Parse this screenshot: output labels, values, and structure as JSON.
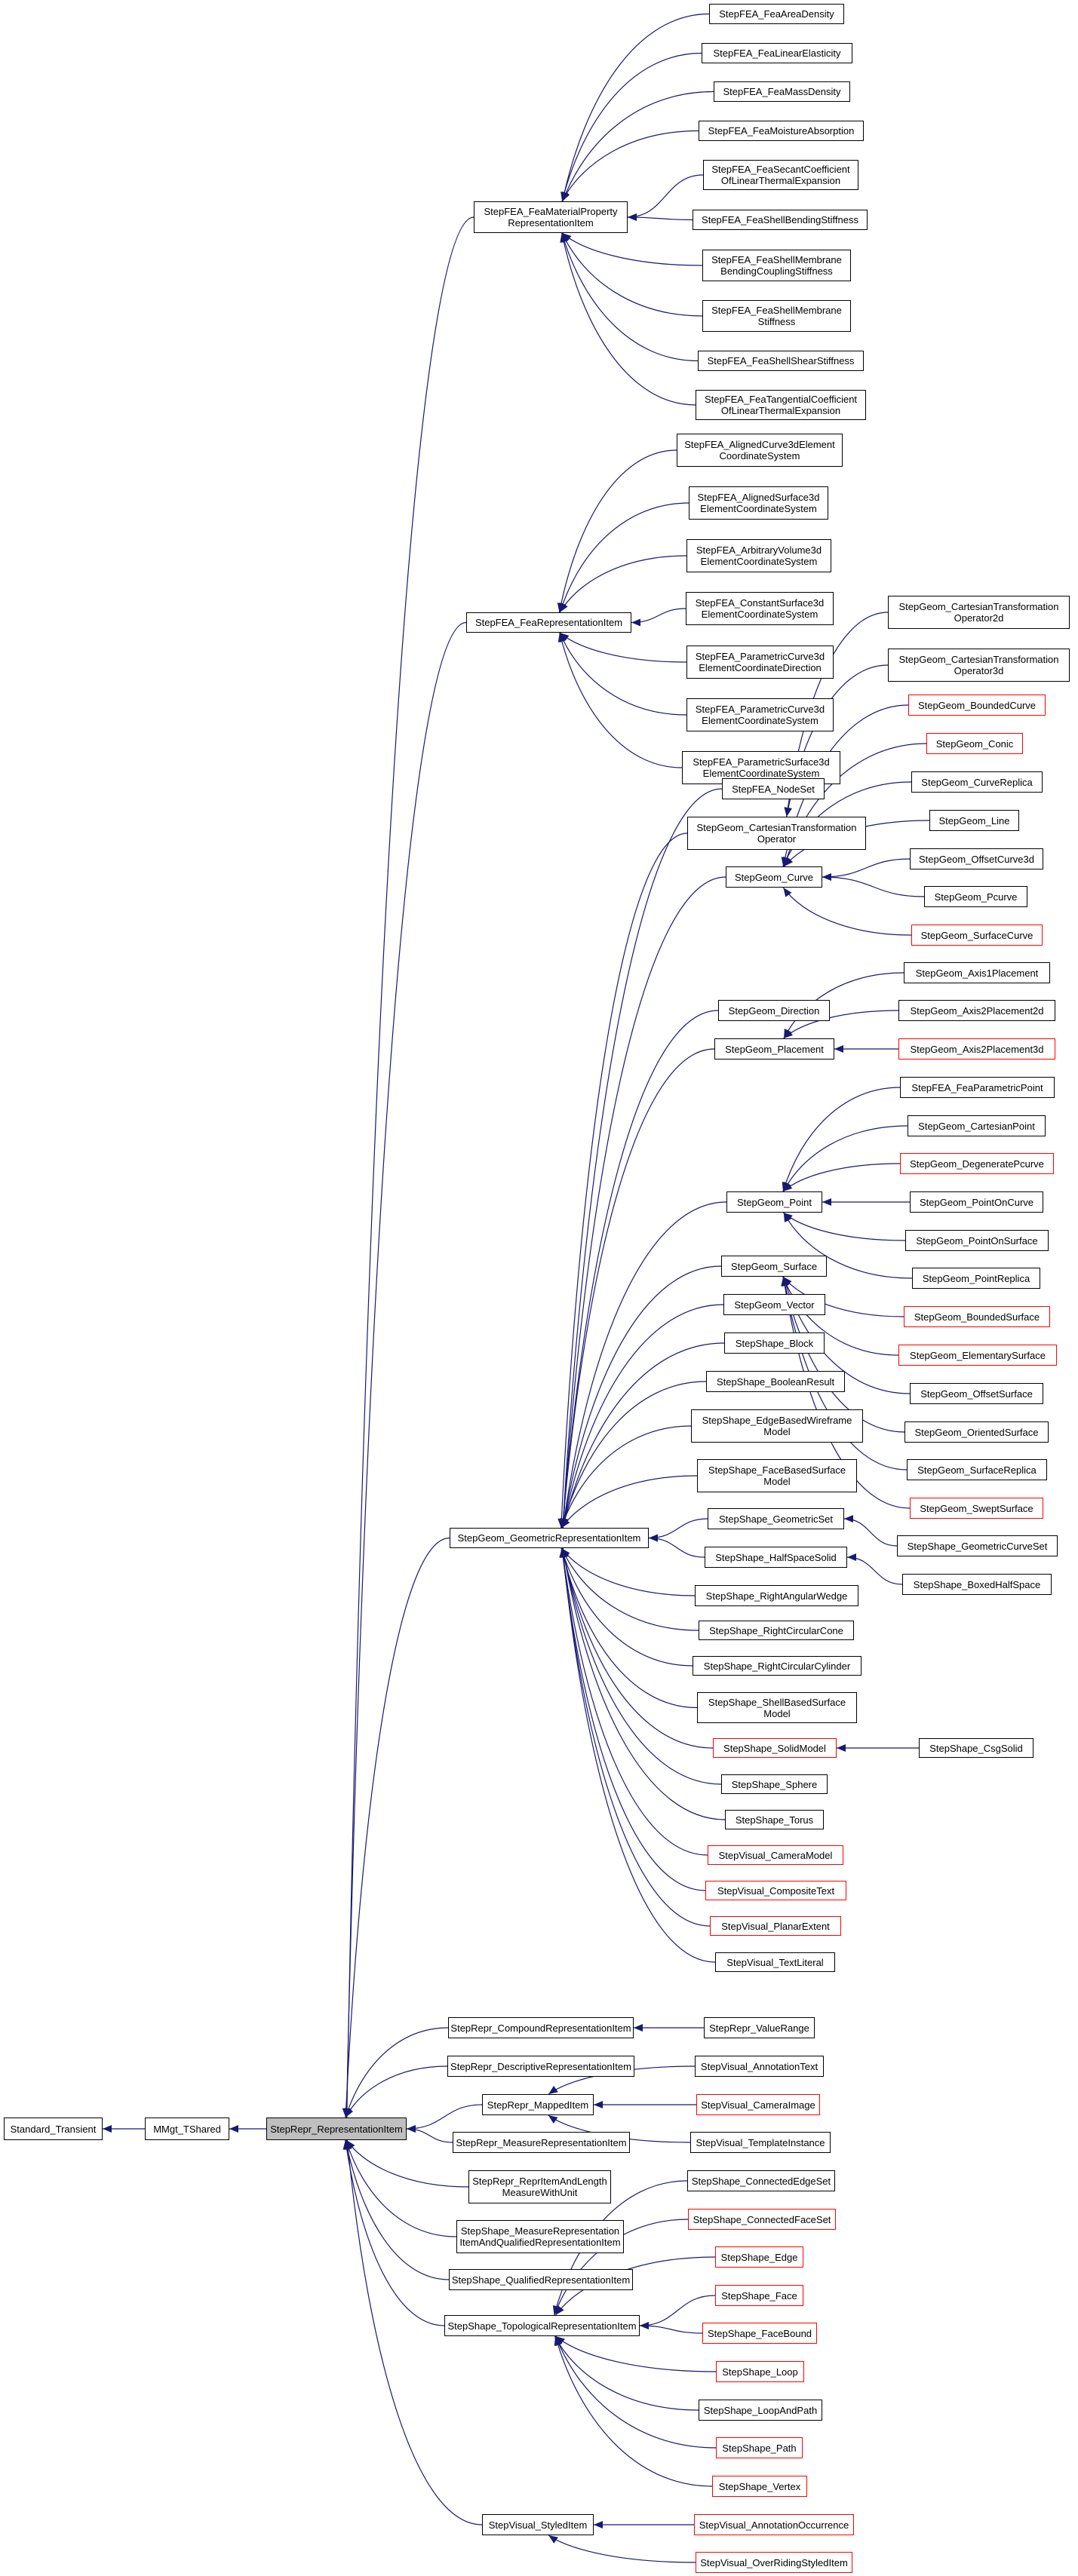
{
  "diagram": {
    "type": "inheritance-graph",
    "colors": {
      "edge": "#191970",
      "box_border": "#000000",
      "box_border_incomplete": "#ff0000",
      "focus_fill": "#bfbfbf"
    },
    "nodes": [
      {
        "id": "n0",
        "label": "Standard_Transient",
        "style": "normal"
      },
      {
        "id": "n1",
        "label": "MMgt_TShared",
        "style": "normal"
      },
      {
        "id": "n2",
        "label": "StepRepr_RepresentationItem",
        "style": "focus"
      },
      {
        "id": "n3",
        "label": "StepFEA_FeaMaterialProperty\nRepresentationItem",
        "style": "normal"
      },
      {
        "id": "n4",
        "label": "StepFEA_FeaAreaDensity",
        "style": "normal"
      },
      {
        "id": "n5",
        "label": "StepFEA_FeaLinearElasticity",
        "style": "normal"
      },
      {
        "id": "n6",
        "label": "StepFEA_FeaMassDensity",
        "style": "normal"
      },
      {
        "id": "n7",
        "label": "StepFEA_FeaMoistureAbsorption",
        "style": "normal"
      },
      {
        "id": "n8",
        "label": "StepFEA_FeaSecantCoefficient\nOfLinearThermalExpansion",
        "style": "normal"
      },
      {
        "id": "n9",
        "label": "StepFEA_FeaShellBendingStiffness",
        "style": "normal"
      },
      {
        "id": "n10",
        "label": "StepFEA_FeaShellMembrane\nBendingCouplingStiffness",
        "style": "normal"
      },
      {
        "id": "n11",
        "label": "StepFEA_FeaShellMembrane\nStiffness",
        "style": "normal"
      },
      {
        "id": "n12",
        "label": "StepFEA_FeaShellShearStiffness",
        "style": "normal"
      },
      {
        "id": "n13",
        "label": "StepFEA_FeaTangentialCoefficient\nOfLinearThermalExpansion",
        "style": "normal"
      },
      {
        "id": "n14",
        "label": "StepFEA_FeaRepresentationItem",
        "style": "normal"
      },
      {
        "id": "n15",
        "label": "StepFEA_AlignedCurve3dElement\nCoordinateSystem",
        "style": "normal"
      },
      {
        "id": "n16",
        "label": "StepFEA_AlignedSurface3d\nElementCoordinateSystem",
        "style": "normal"
      },
      {
        "id": "n17",
        "label": "StepFEA_ArbitraryVolume3d\nElementCoordinateSystem",
        "style": "normal"
      },
      {
        "id": "n18",
        "label": "StepFEA_ConstantSurface3d\nElementCoordinateSystem",
        "style": "normal"
      },
      {
        "id": "n19",
        "label": "StepFEA_ParametricCurve3d\nElementCoordinateDirection",
        "style": "normal"
      },
      {
        "id": "n20",
        "label": "StepFEA_ParametricCurve3d\nElementCoordinateSystem",
        "style": "normal"
      },
      {
        "id": "n21",
        "label": "StepFEA_ParametricSurface3d\nElementCoordinateSystem",
        "style": "normal"
      },
      {
        "id": "n22",
        "label": "StepGeom_GeometricRepresentationItem",
        "style": "normal"
      },
      {
        "id": "n23",
        "label": "StepFEA_NodeSet",
        "style": "normal"
      },
      {
        "id": "n24",
        "label": "StepGeom_CartesianTransformation\nOperator",
        "style": "normal"
      },
      {
        "id": "n25",
        "label": "StepGeom_CartesianTransformation\nOperator2d",
        "style": "normal"
      },
      {
        "id": "n26",
        "label": "StepGeom_CartesianTransformation\nOperator3d",
        "style": "normal"
      },
      {
        "id": "n27",
        "label": "StepGeom_Curve",
        "style": "normal"
      },
      {
        "id": "n28",
        "label": "StepGeom_BoundedCurve",
        "style": "incomplete"
      },
      {
        "id": "n29",
        "label": "StepGeom_Conic",
        "style": "incomplete"
      },
      {
        "id": "n30",
        "label": "StepGeom_CurveReplica",
        "style": "normal"
      },
      {
        "id": "n31",
        "label": "StepGeom_Line",
        "style": "normal"
      },
      {
        "id": "n32",
        "label": "StepGeom_OffsetCurve3d",
        "style": "normal"
      },
      {
        "id": "n33",
        "label": "StepGeom_Pcurve",
        "style": "normal"
      },
      {
        "id": "n34",
        "label": "StepGeom_SurfaceCurve",
        "style": "incomplete"
      },
      {
        "id": "n35",
        "label": "StepGeom_Direction",
        "style": "normal"
      },
      {
        "id": "n36",
        "label": "StepGeom_Placement",
        "style": "normal"
      },
      {
        "id": "n37",
        "label": "StepGeom_Axis1Placement",
        "style": "normal"
      },
      {
        "id": "n38",
        "label": "StepGeom_Axis2Placement2d",
        "style": "normal"
      },
      {
        "id": "n39",
        "label": "StepGeom_Axis2Placement3d",
        "style": "incomplete"
      },
      {
        "id": "n40",
        "label": "StepGeom_Point",
        "style": "normal"
      },
      {
        "id": "n41",
        "label": "StepFEA_FeaParametricPoint",
        "style": "normal"
      },
      {
        "id": "n42",
        "label": "StepGeom_CartesianPoint",
        "style": "normal"
      },
      {
        "id": "n43",
        "label": "StepGeom_DegeneratePcurve",
        "style": "incomplete"
      },
      {
        "id": "n44",
        "label": "StepGeom_PointOnCurve",
        "style": "normal"
      },
      {
        "id": "n45",
        "label": "StepGeom_PointOnSurface",
        "style": "normal"
      },
      {
        "id": "n46",
        "label": "StepGeom_PointReplica",
        "style": "normal"
      },
      {
        "id": "n47",
        "label": "StepGeom_Surface",
        "style": "normal"
      },
      {
        "id": "n48",
        "label": "StepGeom_BoundedSurface",
        "style": "incomplete"
      },
      {
        "id": "n49",
        "label": "StepGeom_ElementarySurface",
        "style": "incomplete"
      },
      {
        "id": "n50",
        "label": "StepGeom_OffsetSurface",
        "style": "normal"
      },
      {
        "id": "n51",
        "label": "StepGeom_OrientedSurface",
        "style": "normal"
      },
      {
        "id": "n52",
        "label": "StepGeom_SurfaceReplica",
        "style": "normal"
      },
      {
        "id": "n53",
        "label": "StepGeom_SweptSurface",
        "style": "incomplete"
      },
      {
        "id": "n54",
        "label": "StepGeom_Vector",
        "style": "normal"
      },
      {
        "id": "n55",
        "label": "StepShape_Block",
        "style": "normal"
      },
      {
        "id": "n56",
        "label": "StepShape_BooleanResult",
        "style": "normal"
      },
      {
        "id": "n57",
        "label": "StepShape_EdgeBasedWireframe\nModel",
        "style": "normal"
      },
      {
        "id": "n58",
        "label": "StepShape_FaceBasedSurface\nModel",
        "style": "normal"
      },
      {
        "id": "n59",
        "label": "StepShape_GeometricSet",
        "style": "normal"
      },
      {
        "id": "n60",
        "label": "StepShape_GeometricCurveSet",
        "style": "normal"
      },
      {
        "id": "n61",
        "label": "StepShape_HalfSpaceSolid",
        "style": "normal"
      },
      {
        "id": "n62",
        "label": "StepShape_BoxedHalfSpace",
        "style": "normal"
      },
      {
        "id": "n63",
        "label": "StepShape_RightAngularWedge",
        "style": "normal"
      },
      {
        "id": "n64",
        "label": "StepShape_RightCircularCone",
        "style": "normal"
      },
      {
        "id": "n65",
        "label": "StepShape_RightCircularCylinder",
        "style": "normal"
      },
      {
        "id": "n66",
        "label": "StepShape_ShellBasedSurface\nModel",
        "style": "normal"
      },
      {
        "id": "n67",
        "label": "StepShape_SolidModel",
        "style": "incomplete"
      },
      {
        "id": "n68",
        "label": "StepShape_CsgSolid",
        "style": "normal"
      },
      {
        "id": "n69",
        "label": "StepShape_Sphere",
        "style": "normal"
      },
      {
        "id": "n70",
        "label": "StepShape_Torus",
        "style": "normal"
      },
      {
        "id": "n71",
        "label": "StepVisual_CameraModel",
        "style": "incomplete"
      },
      {
        "id": "n72",
        "label": "StepVisual_CompositeText",
        "style": "incomplete"
      },
      {
        "id": "n73",
        "label": "StepVisual_PlanarExtent",
        "style": "incomplete"
      },
      {
        "id": "n74",
        "label": "StepVisual_TextLiteral",
        "style": "normal"
      },
      {
        "id": "n75",
        "label": "StepRepr_CompoundRepresentationItem",
        "style": "normal"
      },
      {
        "id": "n76",
        "label": "StepRepr_ValueRange",
        "style": "normal"
      },
      {
        "id": "n77",
        "label": "StepRepr_DescriptiveRepresentationItem",
        "style": "normal"
      },
      {
        "id": "n78",
        "label": "StepRepr_MappedItem",
        "style": "normal"
      },
      {
        "id": "n79",
        "label": "StepVisual_AnnotationText",
        "style": "normal"
      },
      {
        "id": "n80",
        "label": "StepVisual_CameraImage",
        "style": "incomplete"
      },
      {
        "id": "n81",
        "label": "StepVisual_TemplateInstance",
        "style": "normal"
      },
      {
        "id": "n82",
        "label": "StepRepr_MeasureRepresentationItem",
        "style": "normal"
      },
      {
        "id": "n83",
        "label": "StepRepr_ReprItemAndLength\nMeasureWithUnit",
        "style": "normal"
      },
      {
        "id": "n84",
        "label": "StepShape_MeasureRepresentation\nItemAndQualifiedRepresentationItem",
        "style": "normal"
      },
      {
        "id": "n85",
        "label": "StepShape_QualifiedRepresentationItem",
        "style": "normal"
      },
      {
        "id": "n86",
        "label": "StepShape_TopologicalRepresentationItem",
        "style": "normal"
      },
      {
        "id": "n87",
        "label": "StepShape_ConnectedEdgeSet",
        "style": "normal"
      },
      {
        "id": "n88",
        "label": "StepShape_ConnectedFaceSet",
        "style": "incomplete"
      },
      {
        "id": "n89",
        "label": "StepShape_Edge",
        "style": "incomplete"
      },
      {
        "id": "n90",
        "label": "StepShape_Face",
        "style": "incomplete"
      },
      {
        "id": "n91",
        "label": "StepShape_FaceBound",
        "style": "incomplete"
      },
      {
        "id": "n92",
        "label": "StepShape_Loop",
        "style": "incomplete"
      },
      {
        "id": "n93",
        "label": "StepShape_LoopAndPath",
        "style": "normal"
      },
      {
        "id": "n94",
        "label": "StepShape_Path",
        "style": "incomplete"
      },
      {
        "id": "n95",
        "label": "StepShape_Vertex",
        "style": "incomplete"
      },
      {
        "id": "n96",
        "label": "StepVisual_StyledItem",
        "style": "normal"
      },
      {
        "id": "n97",
        "label": "StepVisual_AnnotationOccurrence",
        "style": "incomplete"
      },
      {
        "id": "n98",
        "label": "StepVisual_OverRidingStyledItem",
        "style": "incomplete"
      }
    ],
    "edges": [
      [
        "n1",
        "n0"
      ],
      [
        "n2",
        "n1"
      ],
      [
        "n3",
        "n2"
      ],
      [
        "n14",
        "n2"
      ],
      [
        "n22",
        "n2"
      ],
      [
        "n75",
        "n2"
      ],
      [
        "n77",
        "n2"
      ],
      [
        "n78",
        "n2"
      ],
      [
        "n82",
        "n2"
      ],
      [
        "n83",
        "n2"
      ],
      [
        "n84",
        "n2"
      ],
      [
        "n85",
        "n2"
      ],
      [
        "n86",
        "n2"
      ],
      [
        "n96",
        "n2"
      ],
      [
        "n4",
        "n3"
      ],
      [
        "n5",
        "n3"
      ],
      [
        "n6",
        "n3"
      ],
      [
        "n7",
        "n3"
      ],
      [
        "n8",
        "n3"
      ],
      [
        "n9",
        "n3"
      ],
      [
        "n10",
        "n3"
      ],
      [
        "n11",
        "n3"
      ],
      [
        "n12",
        "n3"
      ],
      [
        "n13",
        "n3"
      ],
      [
        "n15",
        "n14"
      ],
      [
        "n16",
        "n14"
      ],
      [
        "n17",
        "n14"
      ],
      [
        "n18",
        "n14"
      ],
      [
        "n19",
        "n14"
      ],
      [
        "n20",
        "n14"
      ],
      [
        "n21",
        "n14"
      ],
      [
        "n23",
        "n22"
      ],
      [
        "n24",
        "n22"
      ],
      [
        "n27",
        "n22"
      ],
      [
        "n35",
        "n22"
      ],
      [
        "n36",
        "n22"
      ],
      [
        "n40",
        "n22"
      ],
      [
        "n47",
        "n22"
      ],
      [
        "n54",
        "n22"
      ],
      [
        "n55",
        "n22"
      ],
      [
        "n56",
        "n22"
      ],
      [
        "n57",
        "n22"
      ],
      [
        "n58",
        "n22"
      ],
      [
        "n59",
        "n22"
      ],
      [
        "n61",
        "n22"
      ],
      [
        "n63",
        "n22"
      ],
      [
        "n64",
        "n22"
      ],
      [
        "n65",
        "n22"
      ],
      [
        "n66",
        "n22"
      ],
      [
        "n67",
        "n22"
      ],
      [
        "n69",
        "n22"
      ],
      [
        "n70",
        "n22"
      ],
      [
        "n71",
        "n22"
      ],
      [
        "n72",
        "n22"
      ],
      [
        "n73",
        "n22"
      ],
      [
        "n74",
        "n22"
      ],
      [
        "n25",
        "n24"
      ],
      [
        "n26",
        "n24"
      ],
      [
        "n28",
        "n27"
      ],
      [
        "n29",
        "n27"
      ],
      [
        "n30",
        "n27"
      ],
      [
        "n31",
        "n27"
      ],
      [
        "n32",
        "n27"
      ],
      [
        "n33",
        "n27"
      ],
      [
        "n34",
        "n27"
      ],
      [
        "n37",
        "n36"
      ],
      [
        "n38",
        "n36"
      ],
      [
        "n39",
        "n36"
      ],
      [
        "n41",
        "n40"
      ],
      [
        "n42",
        "n40"
      ],
      [
        "n43",
        "n40"
      ],
      [
        "n44",
        "n40"
      ],
      [
        "n45",
        "n40"
      ],
      [
        "n46",
        "n40"
      ],
      [
        "n48",
        "n47"
      ],
      [
        "n49",
        "n47"
      ],
      [
        "n50",
        "n47"
      ],
      [
        "n51",
        "n47"
      ],
      [
        "n52",
        "n47"
      ],
      [
        "n53",
        "n47"
      ],
      [
        "n60",
        "n59"
      ],
      [
        "n62",
        "n61"
      ],
      [
        "n68",
        "n67"
      ],
      [
        "n76",
        "n75"
      ],
      [
        "n79",
        "n78"
      ],
      [
        "n80",
        "n78"
      ],
      [
        "n81",
        "n78"
      ],
      [
        "n87",
        "n86"
      ],
      [
        "n88",
        "n86"
      ],
      [
        "n89",
        "n86"
      ],
      [
        "n90",
        "n86"
      ],
      [
        "n91",
        "n86"
      ],
      [
        "n92",
        "n86"
      ],
      [
        "n93",
        "n86"
      ],
      [
        "n94",
        "n86"
      ],
      [
        "n95",
        "n86"
      ],
      [
        "n97",
        "n96"
      ],
      [
        "n98",
        "n96"
      ]
    ]
  }
}
